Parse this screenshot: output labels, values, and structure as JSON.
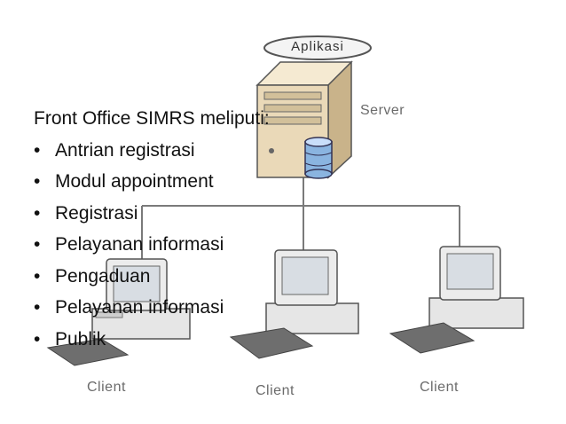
{
  "diagram": {
    "app_label": "Aplikasi",
    "server_label": "Server",
    "client_labels": [
      "Client",
      "Client",
      "Client"
    ]
  },
  "text": {
    "heading": "Front Office SIMRS meliputi:",
    "items": [
      "Antrian registrasi",
      "Modul appointment",
      "Registrasi",
      "Pelayanan informasi",
      "Pengaduan",
      "Pelayanan informasi",
      "Publik"
    ]
  },
  "colors": {
    "server_body": "#ead9b8",
    "client_body": "#e6e6e6",
    "database": "#8ab4e0",
    "line": "#7a7a7a"
  }
}
